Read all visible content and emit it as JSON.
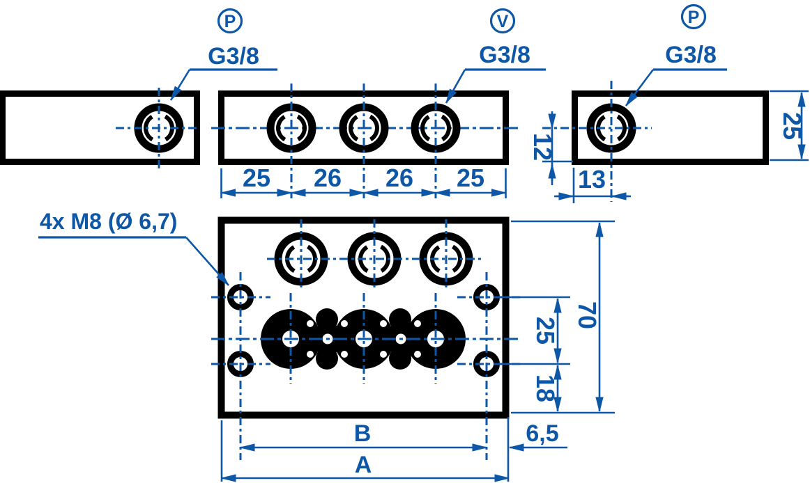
{
  "drawing_title": "distributor-block-technical-drawing",
  "colors": {
    "line_blue": "#0d57a6",
    "black": "#000000",
    "background": "#ffffff"
  },
  "views": {
    "left_end": {
      "marker": "P",
      "thread": "G3/8"
    },
    "front": {
      "marker": "V",
      "thread": "G3/8",
      "dims": [
        "25",
        "26",
        "26",
        "25"
      ]
    },
    "right_end": {
      "marker": "P",
      "thread": "G3/8",
      "dims": {
        "height": "25",
        "center_to_bottom": "12",
        "face_to_center": "13"
      }
    },
    "plan": {
      "mounting_label": "4x M8 (Ø 6,7)",
      "dims": {
        "hole_row_spacing": "25",
        "lower_row": "18",
        "depth": "70",
        "edge_offset": "6,5",
        "hole_pitch": "B",
        "overall_width": "A"
      }
    }
  }
}
